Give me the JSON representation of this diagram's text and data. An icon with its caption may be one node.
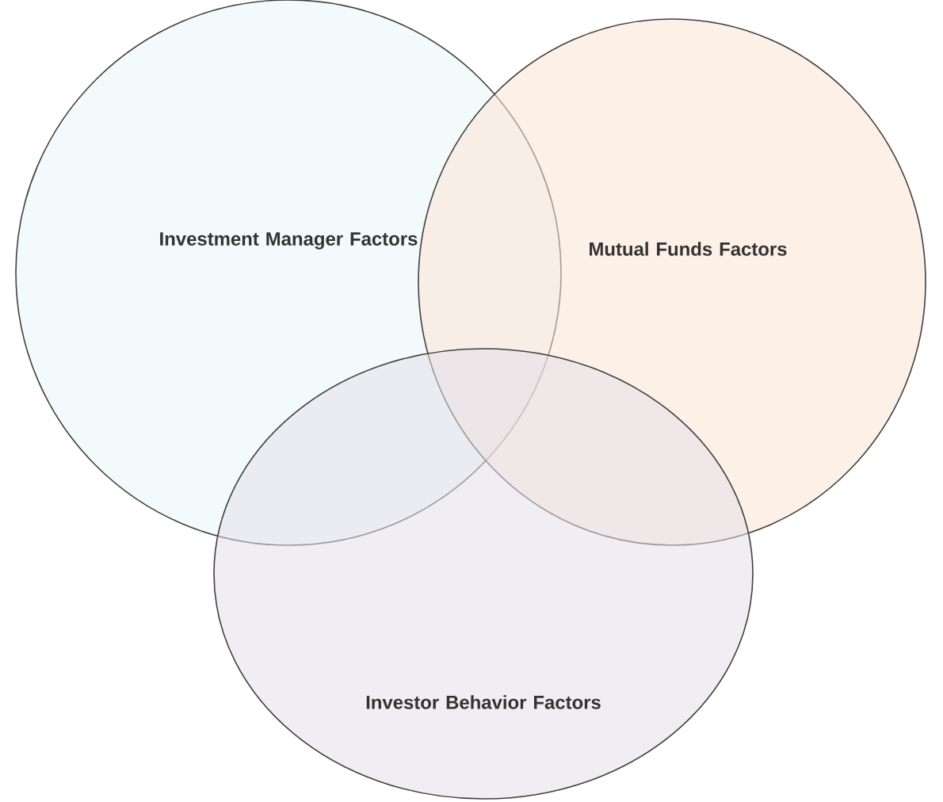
{
  "diagram": {
    "nodes": [
      {
        "text": [
          "Investment Manager Factors"
        ]
      },
      {
        "text": [
          "Mutual Funds Factors"
        ]
      },
      {
        "text": [
          "Investor Behavior Factors"
        ]
      }
    ]
  }
}
